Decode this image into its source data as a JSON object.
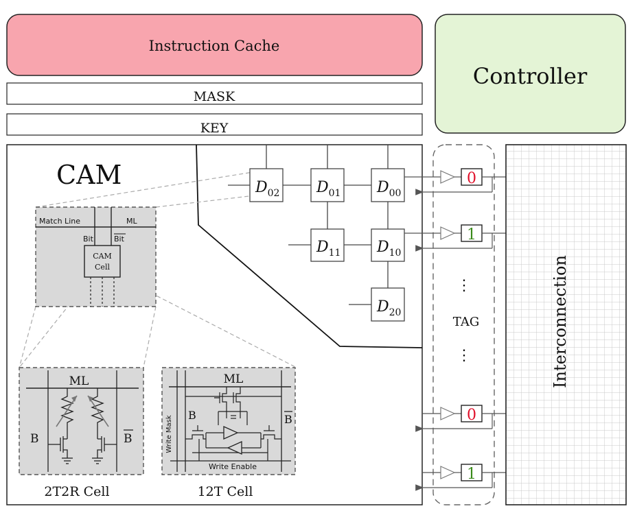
{
  "instruction_cache": {
    "label": "Instruction Cache",
    "color": "#f8a5ae"
  },
  "controller": {
    "label": "Controller",
    "color": "#e4f4d6"
  },
  "mask_label": "MASK",
  "key_label": "KEY",
  "cam": {
    "label": "CAM",
    "cell_zoom": {
      "match_line": "Match Line",
      "ml": "ML",
      "bit": "Bit",
      "bit_bar": "Bit",
      "cell_line1": "CAM",
      "cell_line2": "Cell"
    },
    "cell_2t2r": {
      "ml": "ML",
      "b": "B",
      "b_bar": "B",
      "caption": "2T2R Cell"
    },
    "cell_12t": {
      "ml": "ML",
      "b": "B",
      "b_bar": "B",
      "write_mask": "Write Mask",
      "write_enable": "Write Enable",
      "caption": "12T Cell"
    }
  },
  "blocks": [
    {
      "sub": "02"
    },
    {
      "sub": "01"
    },
    {
      "sub": "00"
    },
    {
      "sub": "11"
    },
    {
      "sub": "10"
    },
    {
      "sub": "20"
    }
  ],
  "block_letter": "D",
  "tag": {
    "label": "TAG",
    "ellipsis_top": "⋮",
    "ellipsis_bottom": "⋮",
    "bits": [
      "0",
      "1",
      "0",
      "1"
    ],
    "bit_colors": {
      "0": "#e0102a",
      "1": "#3a8a1a"
    }
  },
  "interconnection": {
    "label": "Interconnection"
  }
}
